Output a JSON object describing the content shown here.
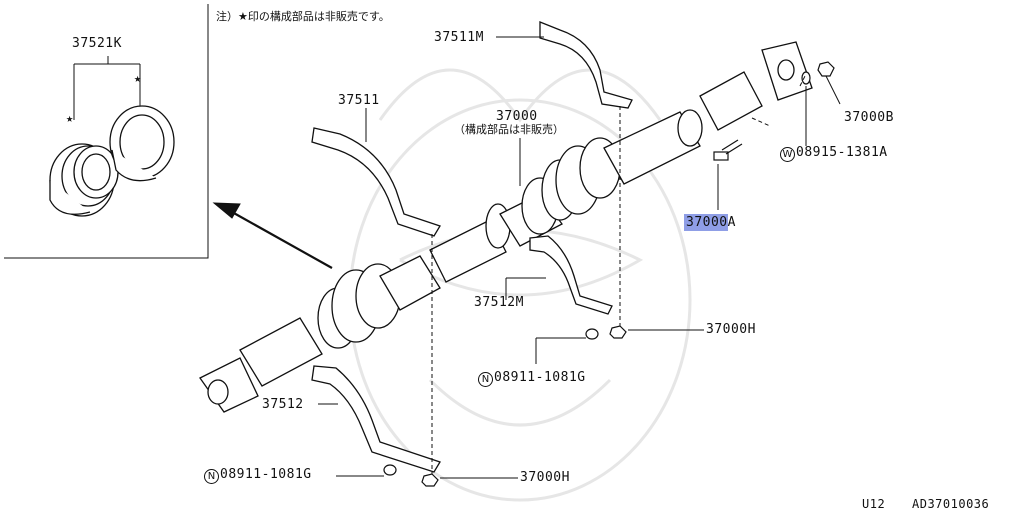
{
  "note": "注）★印の構成部品は非販売です。",
  "callouts": {
    "p37521K": "37521K",
    "p37511M": "37511M",
    "p37511": "37511",
    "p37000": "37000",
    "p37000_sub": "（構成部品は非販売）",
    "p37000B": "37000B",
    "p08915": "08915-1381A",
    "p08915_prefix": "W",
    "p37000A_main": "37000",
    "p37000A_tail": "A",
    "p37512M": "37512M",
    "p37000H_upper": "37000H",
    "p08911_upper": "08911-1081G",
    "p08911_upper_prefix": "N",
    "p37512": "37512",
    "p08911_lower": "08911-1081G",
    "p08911_lower_prefix": "N",
    "p37000H_lower": "37000H"
  },
  "star_glyph": "★",
  "footer": {
    "model": "U12",
    "code": "AD37010036"
  },
  "colors": {
    "line": "#111111",
    "highlight": "#8f9ee6",
    "watermark": "#e6e6e6"
  }
}
